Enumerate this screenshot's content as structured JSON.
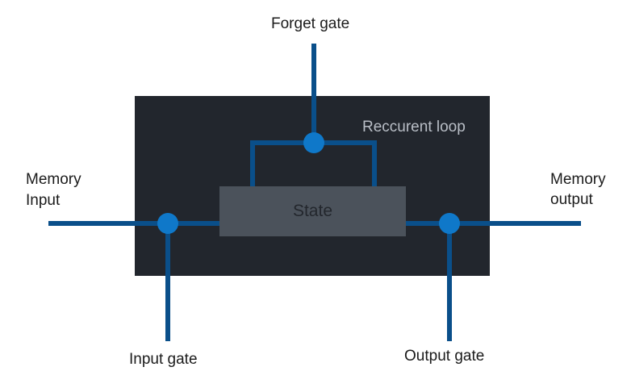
{
  "labels": {
    "forget_gate": "Forget gate",
    "recurrent_loop": "Reccurent loop",
    "memory_input_line1": "Memory",
    "memory_input_line2": "Input",
    "memory_output_line1": "Memory",
    "memory_output_line2": "output",
    "state": "State",
    "input_gate": "Input gate",
    "output_gate": "Output gate"
  },
  "colors": {
    "cell_background": "#22262d",
    "state_box": "#4b525b",
    "line": "#0a4f8a",
    "node": "#0f78c9",
    "loop_label": "#b9bec6",
    "text": "#1b1b1b"
  }
}
